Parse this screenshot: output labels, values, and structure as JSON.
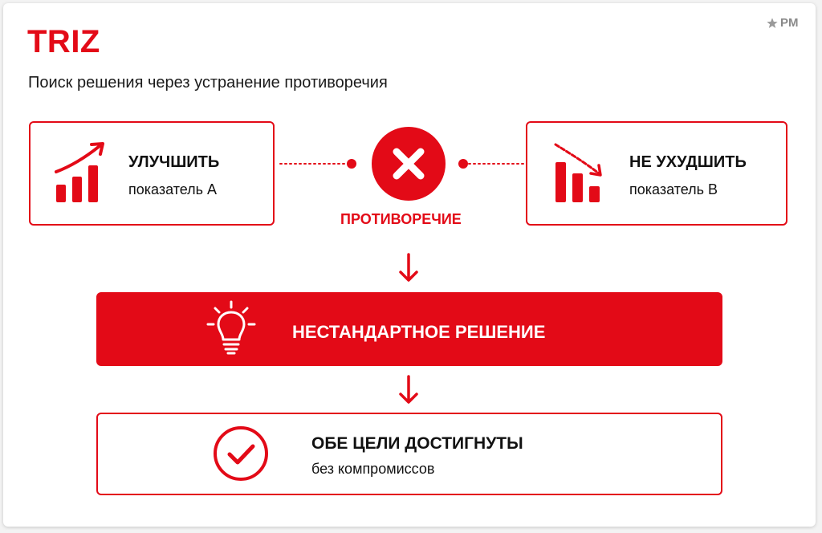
{
  "header": {
    "title": "TRIZ",
    "subtitle": "Поиск решения через устранение противоречия",
    "logo_text": "PM"
  },
  "left_card": {
    "heading": "УЛУЧШИТЬ",
    "subtext": "показатель А",
    "icon": "chart-up-icon"
  },
  "right_card": {
    "heading": "НЕ УХУДШИТЬ",
    "subtext": "показатель В",
    "icon": "chart-down-icon"
  },
  "center": {
    "label": "ПРОТИВОРЕЧИЕ",
    "icon": "close-icon"
  },
  "banner": {
    "label": "НЕСТАНДАРТНОЕ РЕШЕНИЕ",
    "icon": "lightbulb-icon"
  },
  "result": {
    "heading": "ОБЕ ЦЕЛИ ДОСТИГНУТЫ",
    "subtext": "без компромиссов",
    "icon": "check-circle-icon"
  },
  "colors": {
    "accent": "#e30a17",
    "text": "#1a1a1a",
    "muted": "#8a8a8a"
  }
}
